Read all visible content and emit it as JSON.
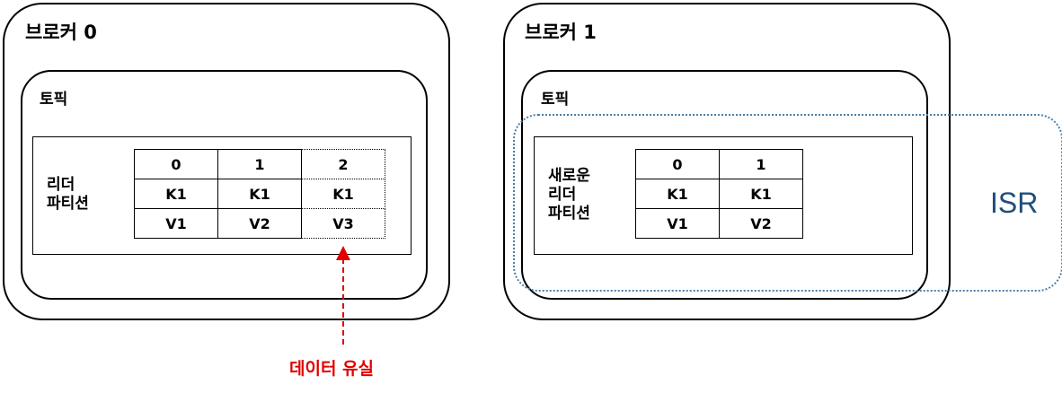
{
  "broker0": {
    "title": "브로커 0",
    "topic_label": "토픽",
    "partition_label": [
      "리더",
      "파티션"
    ],
    "grid": {
      "offsets": [
        "0",
        "1",
        "2"
      ],
      "keys": [
        "K1",
        "K1",
        "K1"
      ],
      "values": [
        "V1",
        "V2",
        "V3"
      ]
    }
  },
  "broker1": {
    "title": "브로커 1",
    "topic_label": "토픽",
    "partition_label": [
      "새로운",
      "리더",
      "파티션"
    ],
    "grid": {
      "offsets": [
        "0",
        "1"
      ],
      "keys": [
        "K1",
        "K1"
      ],
      "values": [
        "V1",
        "V2"
      ]
    }
  },
  "isr_label": "ISR",
  "data_loss_label": "데이터 유실",
  "colors": {
    "isr_border": "#4a7ea8",
    "isr_text": "#1f4e79",
    "loss": "#e00000"
  }
}
